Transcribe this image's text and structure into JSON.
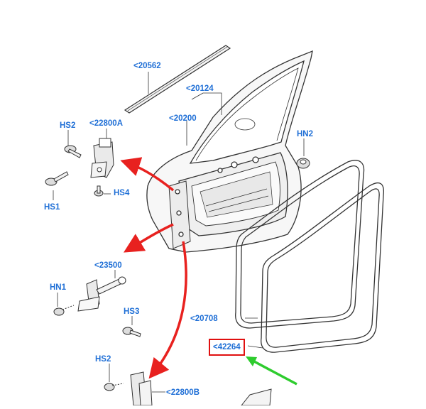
{
  "labels": {
    "p20562": "<20562",
    "p20124": "<20124",
    "p20200": "<20200",
    "p22800A": "<22800A",
    "hs2_top": "HS2",
    "hn2": "HN2",
    "hs4": "HS4",
    "hs1": "HS1",
    "p23500": "<23500",
    "hn1": "HN1",
    "hs3": "HS3",
    "p20708": "<20708",
    "p42264": "<42264",
    "hs2_bottom": "HS2",
    "p22800B": "<22800B"
  },
  "colors": {
    "label_text": "#1f6fd6",
    "highlight_box": "#e01010",
    "callout_arrows": "#e8211f",
    "pointer_arrow": "#2ecc2e",
    "line_art": "#333333"
  }
}
